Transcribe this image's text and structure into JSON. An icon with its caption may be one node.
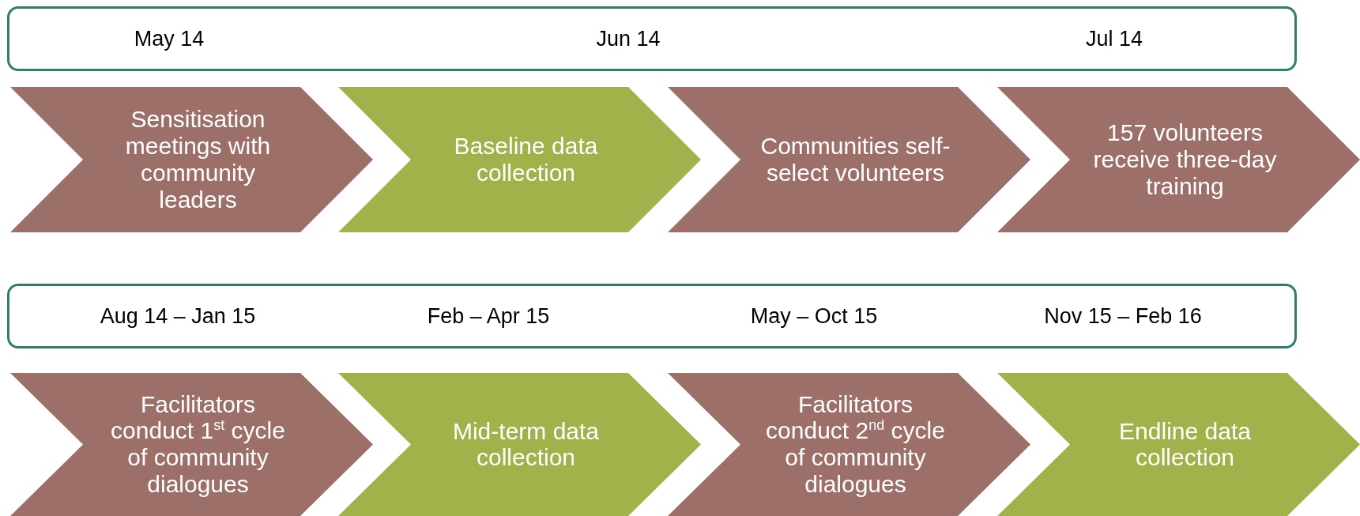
{
  "diagram": {
    "nodes": [
      {
        "text": [
          "May 14",
          "Jun 14",
          "Jul 14"
        ]
      },
      {
        "text": [
          "Sensitisation meetings with community leaders"
        ]
      },
      {
        "text": [
          "Baseline data collection"
        ]
      },
      {
        "text": [
          "Communities self-select volunteers"
        ]
      },
      {
        "text": [
          "157 volunteers receive three-day training"
        ]
      },
      {
        "text": [
          "Aug 14 – Jan 15",
          "Feb – Apr 15",
          "May – Oct 15",
          "Nov 15 – Feb 16"
        ]
      },
      {
        "text": [
          "Facilitators conduct 1$^{st}$ cycle of community dialogues"
        ]
      },
      {
        "text": [
          "Mid-term data collection"
        ]
      },
      {
        "text": [
          "Facilitators conduct 2$^{nd}$ cycle of community dialogues"
        ]
      },
      {
        "text": [
          "Endline data collection"
        ]
      }
    ]
  }
}
